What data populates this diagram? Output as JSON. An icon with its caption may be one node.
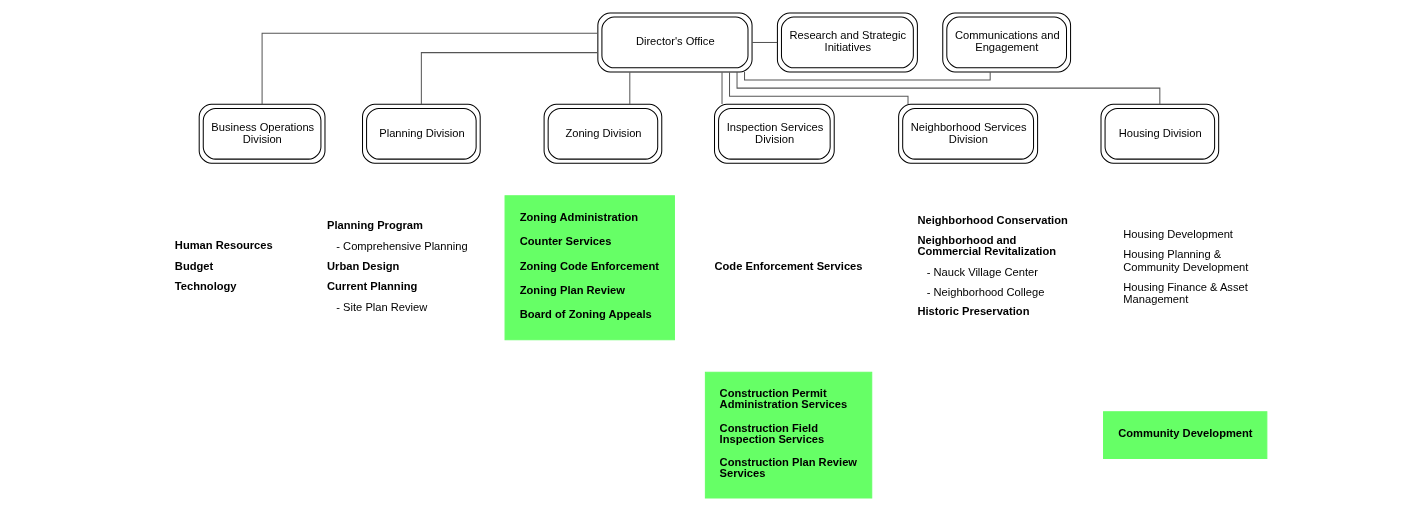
{
  "diagram": {
    "nodes": [
      {
        "text": [
          "Director's Office"
        ]
      },
      {
        "text": [
          "Research and Strategic Initiatives"
        ]
      },
      {
        "text": [
          "Communications and Engagement"
        ]
      },
      {
        "text": [
          "Business Operations Division"
        ]
      },
      {
        "text": [
          "Planning Division"
        ]
      },
      {
        "text": [
          "Zoning Division"
        ]
      },
      {
        "text": [
          "Inspection Services Division"
        ]
      },
      {
        "text": [
          "Neighborhood Services Division"
        ]
      },
      {
        "text": [
          "Housing Division"
        ]
      },
      {
        "text": [
          "Zoning Administration",
          "Counter Services",
          "Zoning Code Enforcement",
          "Zoning Plan Review",
          "Board of Zoning Appeals"
        ]
      },
      {
        "text": [
          "Construction Permit Administration Services",
          "Construction Field Inspection Services",
          "Construction Plan Review Services"
        ]
      },
      {
        "text": [
          "Community Development"
        ]
      }
    ],
    "edges": [
      {
        "from": 0,
        "to": 1,
        "arrow": "none"
      },
      {
        "from": 0,
        "to": 2,
        "arrow": "none"
      },
      {
        "from": 0,
        "to": 3,
        "arrow": "none"
      },
      {
        "from": 0,
        "to": 4,
        "arrow": "none"
      },
      {
        "from": 0,
        "to": 5,
        "arrow": "none"
      },
      {
        "from": 0,
        "to": 6,
        "arrow": "none"
      },
      {
        "from": 0,
        "to": 7,
        "arrow": "none"
      },
      {
        "from": 0,
        "to": 8,
        "arrow": "none"
      }
    ],
    "labels": [
      "Human Resources",
      "Budget",
      "Technology",
      "Planning Program",
      "- Comprehensive Planning",
      "Urban Design",
      "Current Planning",
      "- Site Plan Review",
      "Code Enforcement Services",
      "Neighborhood Conservation",
      "Neighborhood and Commercial Revitalization",
      "- Nauck Village Center",
      "- Neighborhood College",
      "Historic Preservation",
      "Housing Development",
      "Housing Planning & Community Development",
      "Housing Finance & Asset Management"
    ]
  }
}
